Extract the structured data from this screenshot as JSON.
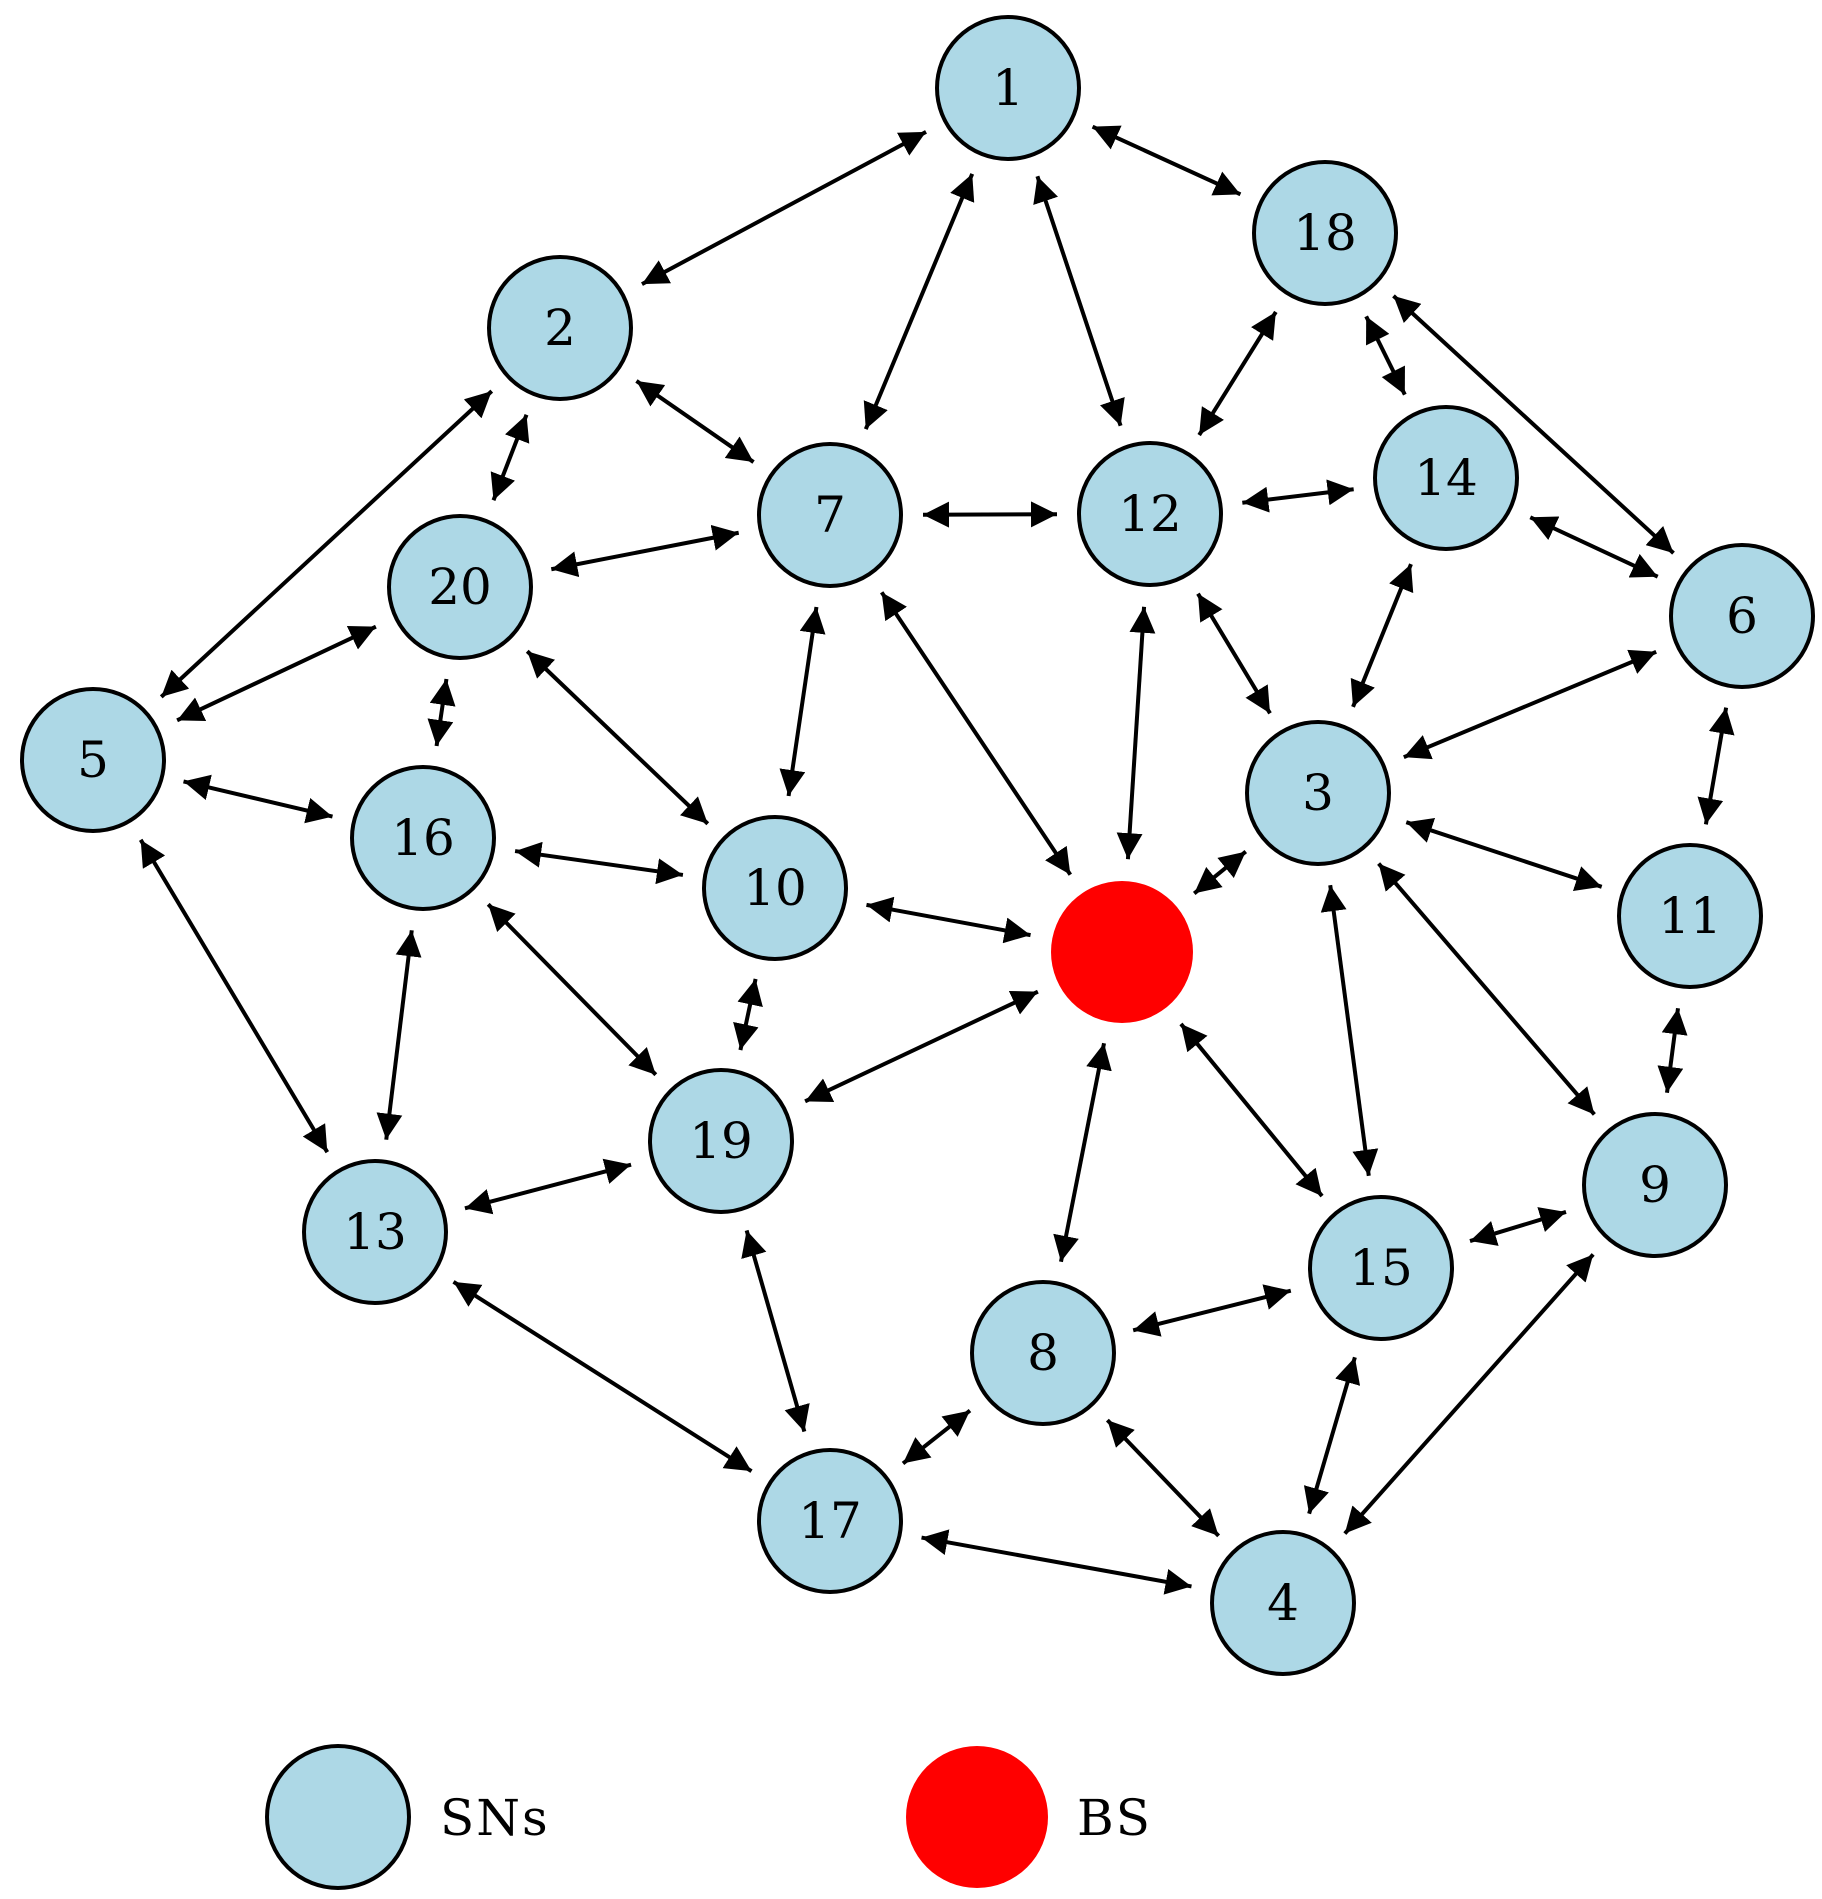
{
  "colors": {
    "sensor_node": "#ADD8E6",
    "base_station": "#FF0000",
    "stroke": "#000000"
  },
  "nodes": [
    {
      "id": "1",
      "label": "1"
    },
    {
      "id": "2",
      "label": "2"
    },
    {
      "id": "3",
      "label": "3"
    },
    {
      "id": "4",
      "label": "4"
    },
    {
      "id": "5",
      "label": "5"
    },
    {
      "id": "6",
      "label": "6"
    },
    {
      "id": "7",
      "label": "7"
    },
    {
      "id": "8",
      "label": "8"
    },
    {
      "id": "9",
      "label": "9"
    },
    {
      "id": "10",
      "label": "10"
    },
    {
      "id": "11",
      "label": "11"
    },
    {
      "id": "12",
      "label": "12"
    },
    {
      "id": "13",
      "label": "13"
    },
    {
      "id": "14",
      "label": "14"
    },
    {
      "id": "15",
      "label": "15"
    },
    {
      "id": "16",
      "label": "16"
    },
    {
      "id": "17",
      "label": "17"
    },
    {
      "id": "18",
      "label": "18"
    },
    {
      "id": "19",
      "label": "19"
    },
    {
      "id": "20",
      "label": "20"
    },
    {
      "id": "BS",
      "label": ""
    }
  ],
  "edges": [
    [
      "1",
      "2"
    ],
    [
      "1",
      "7"
    ],
    [
      "1",
      "12"
    ],
    [
      "1",
      "18"
    ],
    [
      "2",
      "20"
    ],
    [
      "2",
      "7"
    ],
    [
      "2",
      "5"
    ],
    [
      "18",
      "12"
    ],
    [
      "18",
      "14"
    ],
    [
      "18",
      "6"
    ],
    [
      "20",
      "7"
    ],
    [
      "20",
      "5"
    ],
    [
      "20",
      "16"
    ],
    [
      "20",
      "10"
    ],
    [
      "7",
      "12"
    ],
    [
      "7",
      "10"
    ],
    [
      "7",
      "BS"
    ],
    [
      "12",
      "14"
    ],
    [
      "12",
      "BS"
    ],
    [
      "12",
      "3"
    ],
    [
      "14",
      "6"
    ],
    [
      "14",
      "3"
    ],
    [
      "6",
      "3"
    ],
    [
      "6",
      "11"
    ],
    [
      "5",
      "16"
    ],
    [
      "5",
      "13"
    ],
    [
      "16",
      "10"
    ],
    [
      "16",
      "13"
    ],
    [
      "16",
      "19"
    ],
    [
      "10",
      "BS"
    ],
    [
      "10",
      "19"
    ],
    [
      "3",
      "BS"
    ],
    [
      "3",
      "11"
    ],
    [
      "3",
      "9"
    ],
    [
      "3",
      "15"
    ],
    [
      "11",
      "9"
    ],
    [
      "BS",
      "19"
    ],
    [
      "BS",
      "8"
    ],
    [
      "BS",
      "15"
    ],
    [
      "13",
      "19"
    ],
    [
      "13",
      "17"
    ],
    [
      "19",
      "17"
    ],
    [
      "9",
      "15"
    ],
    [
      "9",
      "4"
    ],
    [
      "15",
      "8"
    ],
    [
      "15",
      "4"
    ],
    [
      "8",
      "17"
    ],
    [
      "8",
      "4"
    ],
    [
      "17",
      "4"
    ]
  ],
  "legend": [
    {
      "kind": "sensor_node",
      "label": "SNs"
    },
    {
      "kind": "base_station",
      "label": "BS"
    }
  ]
}
